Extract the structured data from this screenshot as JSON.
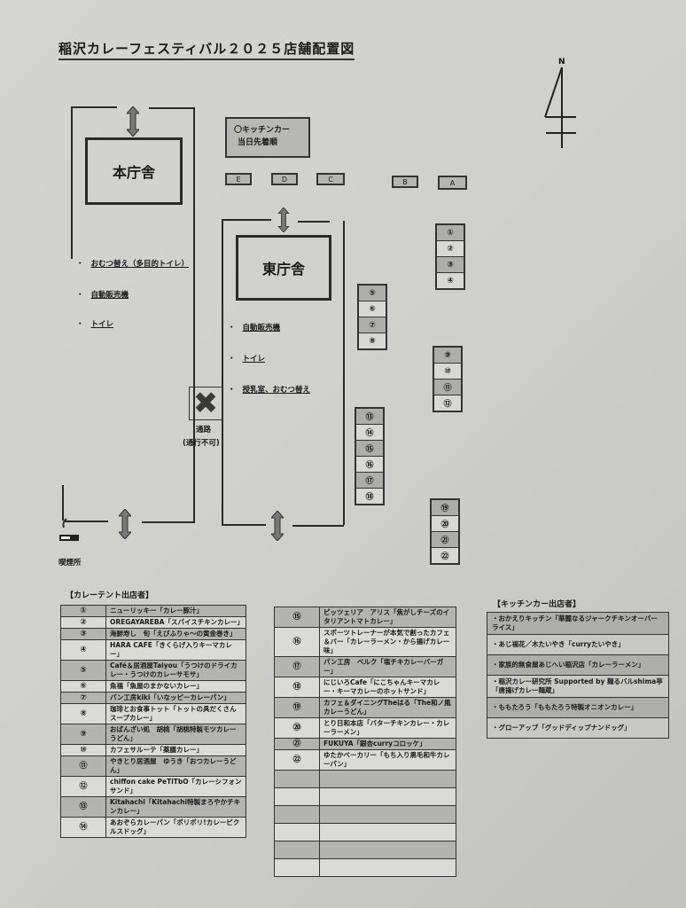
{
  "title": "稲沢カレーフェスティバル２０２５店舗配置図",
  "compass": {
    "label": "N"
  },
  "buildings": {
    "main": "本庁舎",
    "east": "東庁舎"
  },
  "kitchen_car_area": {
    "line1": "〇キッチンカー",
    "line2": "当日先着順"
  },
  "kitchen_slots": [
    "E",
    "D",
    "C",
    "B",
    "A"
  ],
  "facilities_left": [
    "おむつ替え（多目的トイレ）",
    "自動販売機",
    "トイレ"
  ],
  "facilities_right": [
    "自動販売機",
    "トイレ",
    "授乳室、おむつ替え"
  ],
  "passage": {
    "label": "通路",
    "note": "(通行不可)"
  },
  "smoking": {
    "label": "喫煙所"
  },
  "stall_groups": [
    [
      "①",
      "②",
      "③",
      "④"
    ],
    [
      "⑤",
      "⑥",
      "⑦",
      "⑧"
    ],
    [
      "⑨",
      "⑩",
      "⑪",
      "⑫"
    ],
    [
      "⑬",
      "⑭",
      "⑮",
      "⑯",
      "⑰",
      "⑱"
    ],
    [
      "⑲",
      "⑳",
      "㉑",
      "㉒"
    ]
  ],
  "tent_section": {
    "heading": "【カレーテント出店者】",
    "left": [
      {
        "num": "①",
        "name": "ニューリッキー「カレー豚汁」"
      },
      {
        "num": "②",
        "name": "OREGAYAREBA「スパイスチキンカレー」"
      },
      {
        "num": "③",
        "name": "海鮮寿し　旬「えびふりゃ～の黄金巻き」"
      },
      {
        "num": "④",
        "name": "HARA CAFE「きくらげ入りキーマカレー」"
      },
      {
        "num": "⑤",
        "name": "Café＆居酒屋Taiyou「うつけのドライカレー・うつけのカレーサモサ」"
      },
      {
        "num": "⑥",
        "name": "魚福「魚屋のまかないカレー」"
      },
      {
        "num": "⑦",
        "name": "パン工房kiki「いなッピーカレーパン」"
      },
      {
        "num": "⑧",
        "name": "珈琲とお食事トット「トットの具だくさんスープカレー」"
      },
      {
        "num": "⑨",
        "name": "おばんざい処　胡桃「胡桃特製モツカレーうどん」"
      },
      {
        "num": "⑩",
        "name": "カフェサルーテ「薬膳カレー」"
      },
      {
        "num": "⑪",
        "name": "やきとり居酒屋　ゆうき「おつカレーうどん」"
      },
      {
        "num": "⑫",
        "name": "chiffon cake PeTiTbO「カレーシフォンサンド」"
      },
      {
        "num": "⑬",
        "name": "Kitahachi「Kitahachi特製まろやかチキンカレー」"
      },
      {
        "num": "⑭",
        "name": "あおぞらカレーパン「ポリポリ!カレーピクルスドッグ」"
      }
    ],
    "middle": [
      {
        "num": "⑮",
        "name": "ピッツェリア　アリス「焦がしチーズのイタリアントマトカレー」"
      },
      {
        "num": "⑯",
        "name": "スポーツトレーナーが本気で創ったカフェ＆バー「カレーラーメン・から揚げカレー味」"
      },
      {
        "num": "⑰",
        "name": "パン工房　ベルク「塩チキカレーバーガー」"
      },
      {
        "num": "⑱",
        "name": "にじいろCafe「にこちゃんキーマカレー・キーマカレーのホットサンド」"
      },
      {
        "num": "⑲",
        "name": "カフェ＆ダイニングTheはる「The和ノ風カレーうどん」"
      },
      {
        "num": "⑳",
        "name": "とり日和本店「バターチキンカレー・カレーラーメン」"
      },
      {
        "num": "㉑",
        "name": "FUKUYA「銀杏curryコロッケ」"
      },
      {
        "num": "㉒",
        "name": "ゆたかベーカリー「もち入り黒毛和牛カレーパン」"
      },
      {
        "num": "",
        "name": ""
      },
      {
        "num": "",
        "name": ""
      },
      {
        "num": "",
        "name": ""
      },
      {
        "num": "",
        "name": ""
      },
      {
        "num": "",
        "name": ""
      },
      {
        "num": "",
        "name": ""
      }
    ]
  },
  "kitchen_section": {
    "heading": "【キッチンカー出店者】",
    "items": [
      "・おかえりキッチン「華麗なるジャークチキンオーバーライス」",
      "・あじ福花／木たいやき「curryたいやき」",
      "・家族的無食屋あじへい稲沢店「カレーラーメン」",
      "・稲沢カレー研究所 Supported by 麺るバルshima亭「唐揚げカレー麺蔵」",
      "・ももたろう「ももたろう特製オニオンカレー」",
      "・グローアップ「グッドディップナンドッグ」"
    ]
  }
}
